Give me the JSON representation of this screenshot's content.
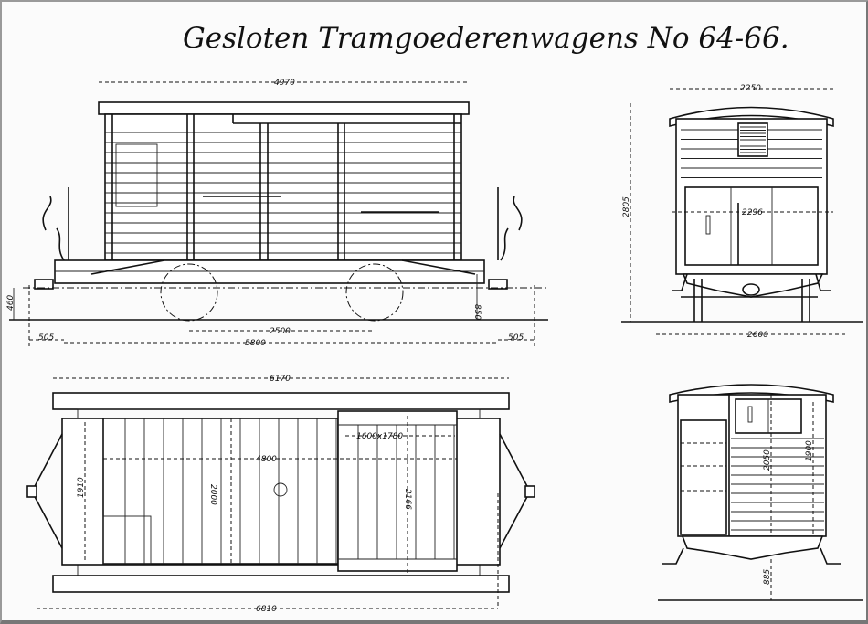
{
  "title": "Gesloten Tramgoederenwagens No 64-66.",
  "side_elevation": {
    "dimensions": {
      "roof_length": "4970",
      "wheelbase": "2500",
      "length_over_buffers": "5800",
      "overhang_left": "505",
      "overhang_right": "505",
      "buffer_height": "460",
      "floor_height": "850"
    }
  },
  "end_elevation": {
    "dimensions": {
      "roof_width": "2250",
      "height": "2805",
      "body_width": "2296",
      "width_over_steps": "2600"
    }
  },
  "plan_view": {
    "dimensions": {
      "roof_length": "6170",
      "total_length": "6810",
      "inner_length": "4800",
      "end_width": "1910",
      "inner_width": "2000",
      "door_width": "2166",
      "door_opening": "1600x1780"
    }
  },
  "cross_section": {
    "dimensions": {
      "inner_height": "2050",
      "side_height": "1900",
      "floor_above_rail": "885"
    }
  }
}
